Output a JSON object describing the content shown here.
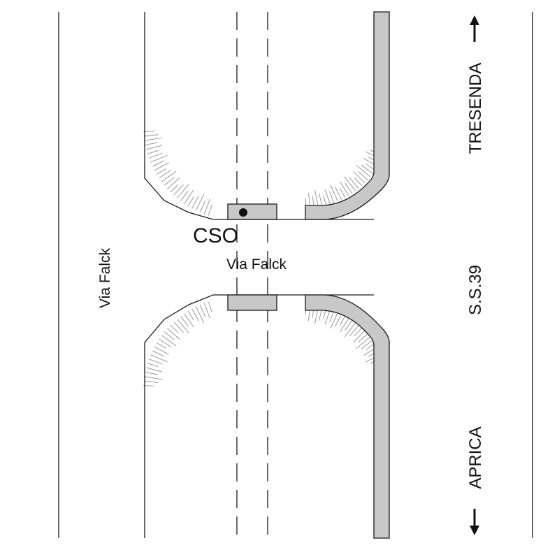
{
  "labels": {
    "cso": "CSO",
    "via_falck_center": "Via Falck",
    "via_falck_left": "Via Falck",
    "tresenda": "TRESENDA",
    "ss39": "S.S.39",
    "aprica": "APRICA"
  },
  "icons": {
    "arrow_up": "arrow-up-icon",
    "arrow_down": "arrow-down-icon"
  },
  "colors": {
    "line": "#1a1a1a",
    "fill": "#c8c8c8",
    "hatch": "#999999"
  }
}
